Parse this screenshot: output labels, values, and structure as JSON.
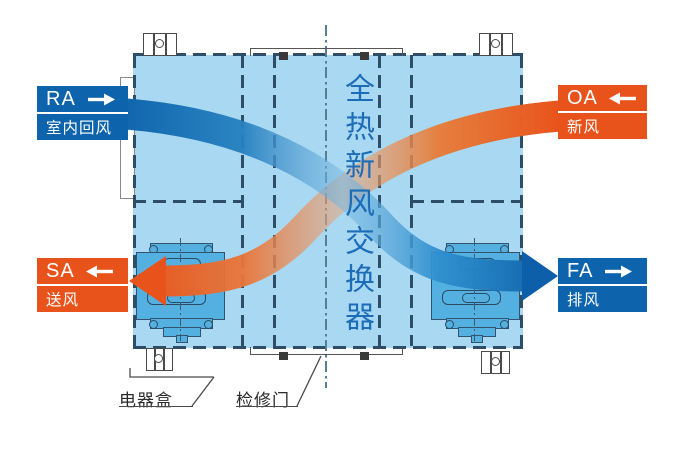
{
  "unit": {
    "center_title": "全热新风交换器",
    "body_color": "#a9d8f2",
    "outline_color": "#2e4d66",
    "fan_color": "#54b0e0"
  },
  "ports": {
    "ra": {
      "code": "RA",
      "name": "室内回风",
      "arrow": "right",
      "color": "#0d64ad"
    },
    "oa": {
      "code": "OA",
      "name": "新风",
      "arrow": "left",
      "color": "#e8531b"
    },
    "sa": {
      "code": "SA",
      "name": "送风",
      "arrow": "left",
      "color": "#e8531b"
    },
    "fa": {
      "code": "FA",
      "name": "排风",
      "arrow": "right",
      "color": "#0d64ad"
    }
  },
  "flows": {
    "exhaust_path": {
      "from": "RA",
      "to": "FA",
      "color": "#1166ad"
    },
    "supply_path": {
      "from": "OA",
      "to": "SA",
      "color": "#e8531b"
    }
  },
  "annotations": {
    "electrical_box": "电器盒",
    "access_door": "检修门"
  }
}
